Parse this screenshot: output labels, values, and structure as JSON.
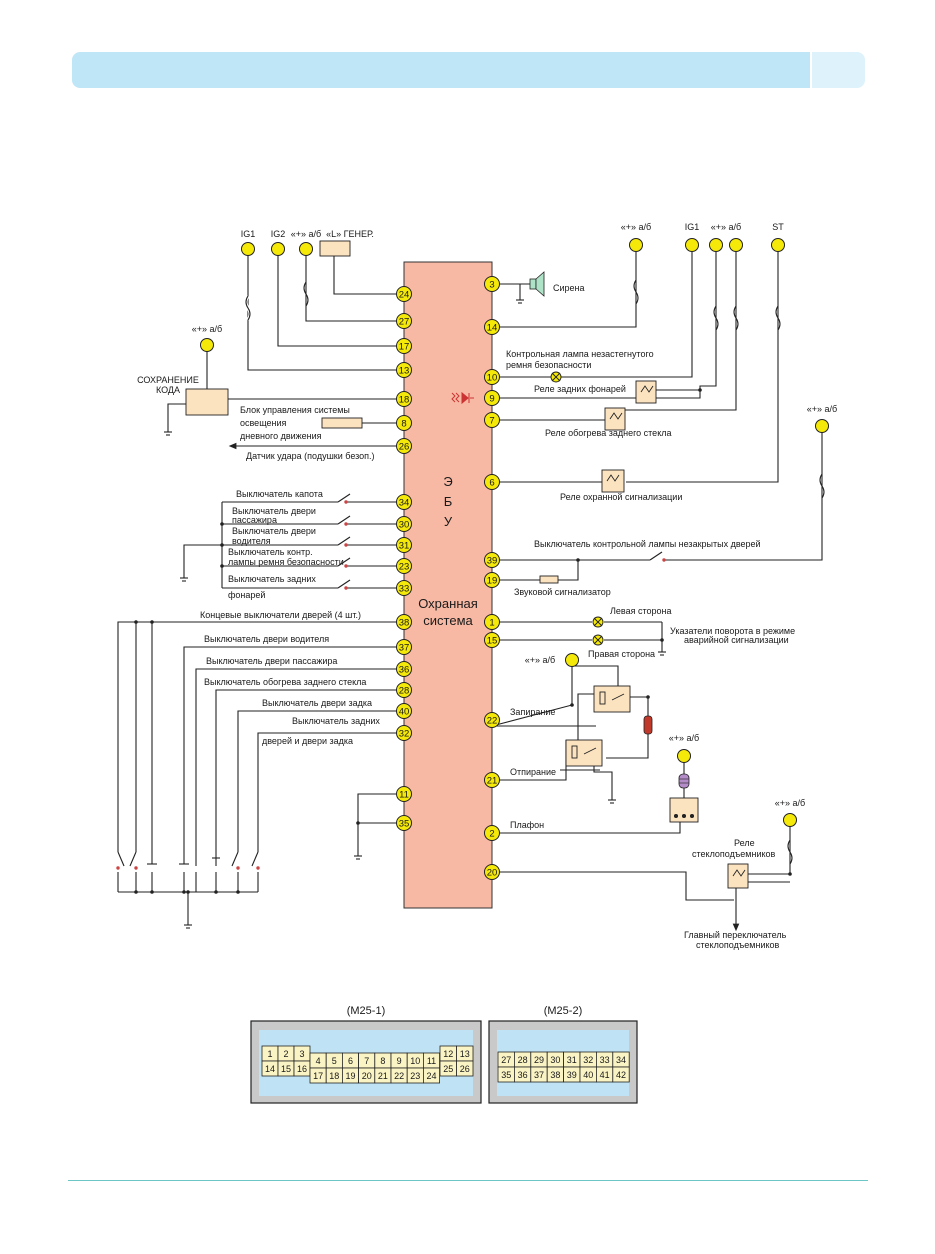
{
  "ecu": {
    "letters": [
      "Э",
      "Б",
      "У"
    ],
    "name_line1": "Охранная",
    "name_line2": "система"
  },
  "top_sources": {
    "ig1": "IG1",
    "ig2": "IG2",
    "batt": "«+» а/б",
    "gen": "«L» ГЕНЕР.",
    "st": "ST"
  },
  "pins_left": [
    "24",
    "27",
    "17",
    "13",
    "18",
    "8",
    "26",
    "34",
    "30",
    "31",
    "23",
    "33",
    "38",
    "37",
    "36",
    "28",
    "40",
    "32",
    "11",
    "35"
  ],
  "pins_right": [
    "3",
    "14",
    "10",
    "9",
    "7",
    "6",
    "39",
    "19",
    "1",
    "15",
    "22",
    "21",
    "2",
    "20"
  ],
  "labels": {
    "code_save_1": "СОХРАНЕНИЕ",
    "code_save_2": "КОДА",
    "drl_1": "Блок управления системы",
    "drl_2": "освещения",
    "drl_3": "дневного движения",
    "shock": "Датчик удара (подушки безоп.)",
    "hood": "Выключатель капота",
    "pass_door_1": "Выключатель двери",
    "pass_door_2": "пассажира",
    "drv_door_1": "Выключатель двери",
    "drv_door_2": "водителя",
    "belt_1": "Выключатель контр.",
    "belt_2": "лампы ремня безопасности",
    "rear_lamps_1": "Выключатель задних",
    "rear_lamps_2": "фонарей",
    "courtesy": "Концевые выключатели дверей (4 шт.)",
    "drv_door_sw": "Выключатель двери водителя",
    "pass_door_sw": "Выключатель двери пассажира",
    "rear_defog_sw": "Выключатель обогрева заднего стекла",
    "tailgate_sw": "Выключатель двери задка",
    "rear_doors_1": "Выключатель задних",
    "rear_doors_2": "дверей и двери задка",
    "siren": "Сирена",
    "belt_lamp_1": "Контрольная лампа незастегнутого",
    "belt_lamp_2": "ремня безопасности",
    "tail_relay": "Реле задних фонарей",
    "defog_relay": "Реле обогрева заднего стекла",
    "alarm_relay": "Реле охранной сигнализации",
    "door_lamp_sw": "Выключатель контрольной лампы незакрытых дверей",
    "buzzer": "Звуковой сигнализатор",
    "left_side": "Левая сторона",
    "hazard_1": "Указатели поворота в режиме",
    "hazard_2": "аварийной сигнализации",
    "right_side": "Правая сторона",
    "lock": "Запирание",
    "unlock": "Отпирание",
    "dome": "Плафон",
    "window_relay_1": "Реле",
    "window_relay_2": "стеклоподъемников",
    "main_switch_1": "Главный переключатель",
    "main_switch_2": "стеклоподъемников"
  },
  "connectors": {
    "left": {
      "title": "(M25-1)",
      "row1_a": [
        "1",
        "2",
        "3"
      ],
      "row1_b": [
        "4",
        "5",
        "6",
        "7",
        "8",
        "9",
        "10",
        "11"
      ],
      "row1_c": [
        "12",
        "13"
      ],
      "row2_a": [
        "14",
        "15",
        "16"
      ],
      "row2_b": [
        "17",
        "18",
        "19",
        "20",
        "21",
        "22",
        "23",
        "24"
      ],
      "row2_c": [
        "25",
        "26"
      ]
    },
    "right": {
      "title": "(M25-2)",
      "row1": [
        "27",
        "28",
        "29",
        "30",
        "31",
        "32",
        "33",
        "34"
      ],
      "row2": [
        "35",
        "36",
        "37",
        "38",
        "39",
        "40",
        "41",
        "42"
      ]
    }
  },
  "colors": {
    "ecu_fill": "#f7b9a4",
    "terminal": "#f5e90a",
    "component": "#fce3bf",
    "header": "#bfe6f6"
  }
}
